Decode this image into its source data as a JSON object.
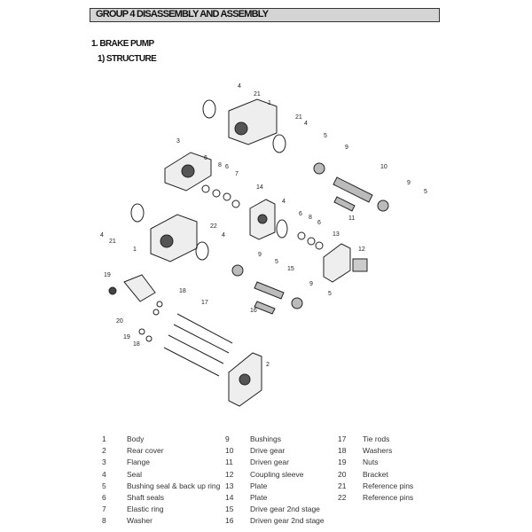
{
  "header": {
    "title": "GROUP 4 DISASSEMBLY AND ASSEMBLY"
  },
  "section": {
    "title": "1. BRAKE PUMP",
    "subtitle": "1) STRUCTURE"
  },
  "callouts": [
    "4",
    "21",
    "1",
    "3",
    "21",
    "4",
    "5",
    "9",
    "6",
    "8",
    "6",
    "7",
    "10",
    "14",
    "4",
    "9",
    "5",
    "6",
    "8",
    "6",
    "22",
    "4",
    "13",
    "4",
    "21",
    "1",
    "11",
    "12",
    "9",
    "5",
    "15",
    "19",
    "18",
    "9",
    "5",
    "17",
    "20",
    "16",
    "19",
    "18",
    "2"
  ],
  "legend": [
    [
      {
        "n": "1",
        "t": "Body"
      },
      {
        "n": "2",
        "t": "Rear cover"
      },
      {
        "n": "3",
        "t": "Flange"
      },
      {
        "n": "4",
        "t": "Seal"
      },
      {
        "n": "5",
        "t": "Bushing seal & back up ring"
      },
      {
        "n": "6",
        "t": "Shaft seals"
      },
      {
        "n": "7",
        "t": "Elastic ring"
      },
      {
        "n": "8",
        "t": "Washer"
      }
    ],
    [
      {
        "n": "9",
        "t": "Bushings"
      },
      {
        "n": "10",
        "t": "Drive gear"
      },
      {
        "n": "11",
        "t": "Driven gear"
      },
      {
        "n": "12",
        "t": "Coupling sleeve"
      },
      {
        "n": "13",
        "t": "Plate"
      },
      {
        "n": "14",
        "t": "Plate"
      },
      {
        "n": "15",
        "t": "Drive gear 2nd stage"
      },
      {
        "n": "16",
        "t": "Driven gear 2nd stage"
      }
    ],
    [
      {
        "n": "17",
        "t": "Tie rods"
      },
      {
        "n": "18",
        "t": "Washers"
      },
      {
        "n": "19",
        "t": "Nuts"
      },
      {
        "n": "20",
        "t": "Bracket"
      },
      {
        "n": "21",
        "t": "Reference pins"
      },
      {
        "n": "22",
        "t": "Reference pins"
      }
    ]
  ]
}
